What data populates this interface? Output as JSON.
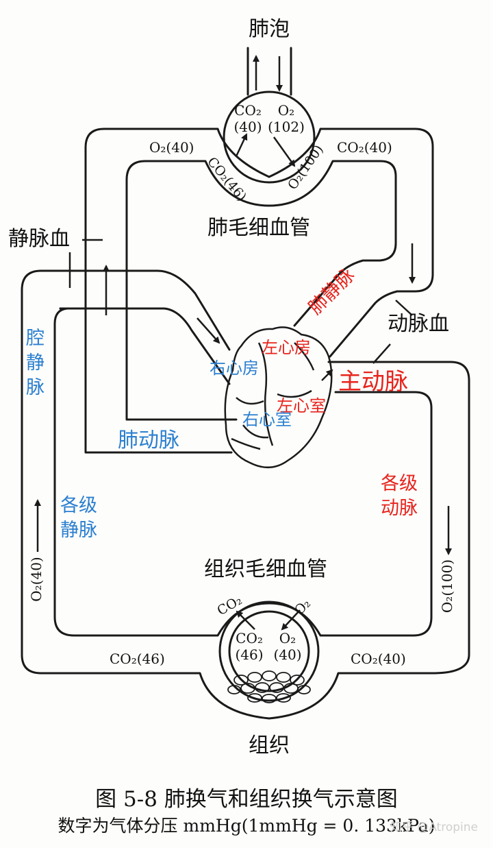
{
  "top": {
    "alveolus": "肺泡",
    "alv_co2": "CO₂",
    "alv_co2_val": "(40)",
    "alv_o2": "O₂",
    "alv_o2_val": "(102)",
    "cap_co2": "CO₂(46)",
    "cap_o2": "O₂(100)",
    "left_o2": "O₂(40)",
    "right_co2": "CO₂(40)",
    "pulm_capillary": "肺毛细血管",
    "venous_blood": "静脉血",
    "arterial_blood": "动脉血"
  },
  "heart": {
    "pulmonary_vein": "肺静脉",
    "left_atrium": "左心房",
    "left_ventricle": "左心室",
    "aorta": "主动脉",
    "right_atrium": "右心房",
    "right_ventricle": "右心室",
    "pulmonary_artery": "肺动脉",
    "vena_cava": "腔静脉",
    "arteries": "各级动脉",
    "veins": "各级静脉"
  },
  "bottom": {
    "left_o2": "O₂(40)",
    "right_o2": "O₂(100)",
    "tissue_capillary": "组织毛细血管",
    "tis_co2_out": "CO₂",
    "tis_o2_in": "O₂",
    "tis_co2": "CO₂",
    "tis_co2_val": "(46)",
    "tis_o2": "O₂",
    "tis_o2_val": "(40)",
    "left_co2": "CO₂(46)",
    "right_co2": "CO₂(40)",
    "tissue": "组织"
  },
  "caption": {
    "title": "图 5-8    肺换气和组织换气示意图",
    "subtitle": "数字为气体分压 mmHg(1mmHg = 0. 133kPa)"
  },
  "watermark": "知乎 @Atropine",
  "colors": {
    "red_label": "#e8231d",
    "blue_label": "#2b7fd0",
    "line": "#1a1a1a"
  }
}
